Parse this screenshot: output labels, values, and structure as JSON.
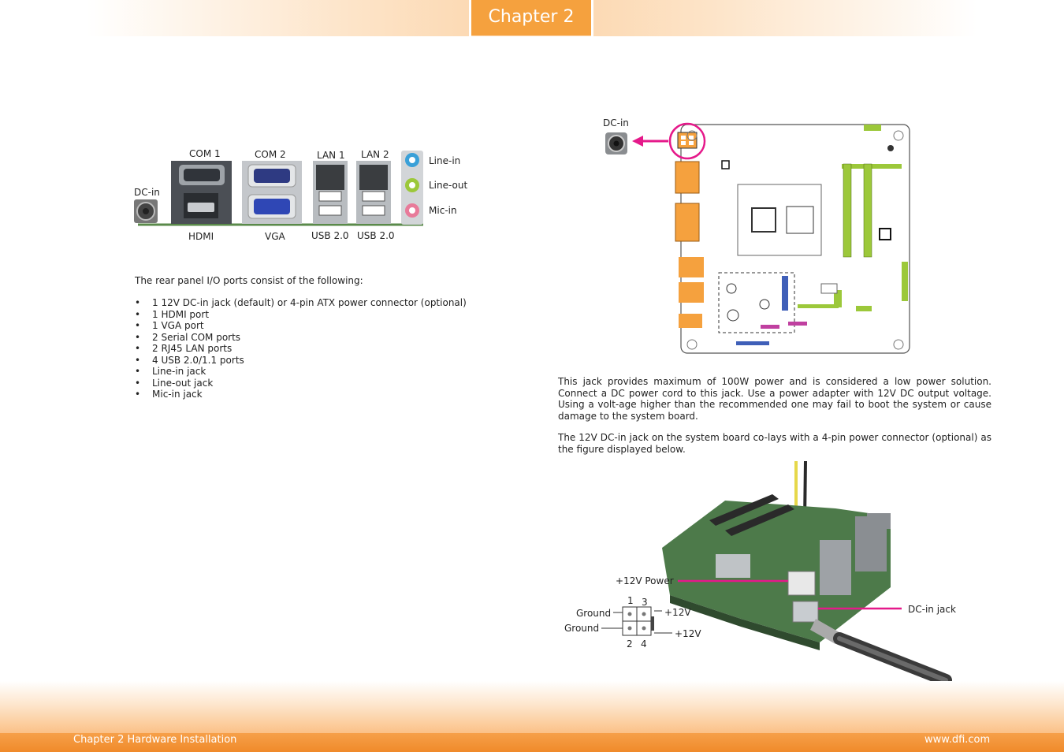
{
  "header": {
    "chapter_tab": "Chapter 2"
  },
  "rear_panel": {
    "labels": {
      "com1": "COM 1",
      "com2": "COM 2",
      "lan1": "LAN 1",
      "lan2": "LAN 2",
      "line_in": "Line-in",
      "line_out": "Line-out",
      "mic_in": "Mic-in",
      "dc_in": "DC-in",
      "hdmi": "HDMI",
      "vga": "VGA",
      "usb_a": "USB 2.0",
      "usb_b": "USB 2.0"
    },
    "intro": "The rear panel I/O ports consist of the following:",
    "items": [
      "1 12V DC-in jack (default) or 4-pin ATX power connector (optional)",
      "1 HDMI port",
      "1 VGA port",
      "2 Serial COM ports",
      "2 RJ45 LAN ports",
      "4 USB 2.0/1.1 ports",
      "Line-in jack",
      "Line-out jack",
      "Mic-in jack"
    ]
  },
  "board_diagram": {
    "dc_in_label": "DC-in"
  },
  "dc_in_text": {
    "paragraph1": "This jack provides maximum of 100W power and is considered a low power solution. Connect a DC power cord to this jack. Use a power adapter with 12V DC output voltage. Using a volt-age higher than the recommended one may fail to boot the system or cause damage to the system board.",
    "paragraph2": "The 12V DC-in jack on the system board co-lays with a 4-pin power connector (optional) as the figure displayed below."
  },
  "connector_figure": {
    "power_label": "+12V Power",
    "pin1": "1",
    "pin3": "3",
    "pin2": "2",
    "pin4": "4",
    "ground_top": "Ground",
    "ground_bottom": "Ground",
    "v12_top": "+12V",
    "v12_bottom": "+12V",
    "jack_label": "DC-in jack"
  },
  "colors": {
    "accent": "#f5a13e",
    "magenta": "#e5198a",
    "pcb_green": "#9cc83a"
  },
  "footer": {
    "left": "Chapter 2 Hardware Installation",
    "right": "www.dfi.com"
  }
}
